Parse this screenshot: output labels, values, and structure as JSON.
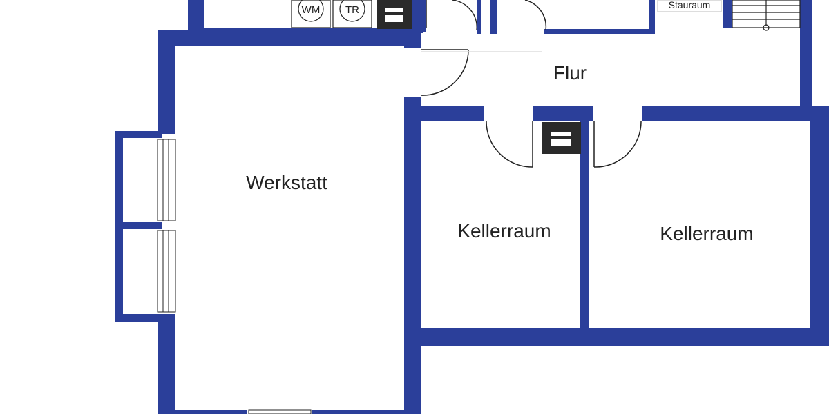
{
  "colors": {
    "wall": "#2b3f9a",
    "floor": "#ffffff",
    "line": "#222222",
    "fixture": "#2a2a2a"
  },
  "rooms": [
    {
      "key": "werkstatt",
      "label": "Werkstatt"
    },
    {
      "key": "flur",
      "label": "Flur"
    },
    {
      "key": "keller1",
      "label": "Kellerraum"
    },
    {
      "key": "keller2",
      "label": "Kellerraum"
    },
    {
      "key": "stauraum",
      "label": "Stauraum"
    }
  ],
  "appliances": [
    {
      "key": "washer",
      "label": "WM"
    },
    {
      "key": "dryer",
      "label": "TR"
    }
  ]
}
